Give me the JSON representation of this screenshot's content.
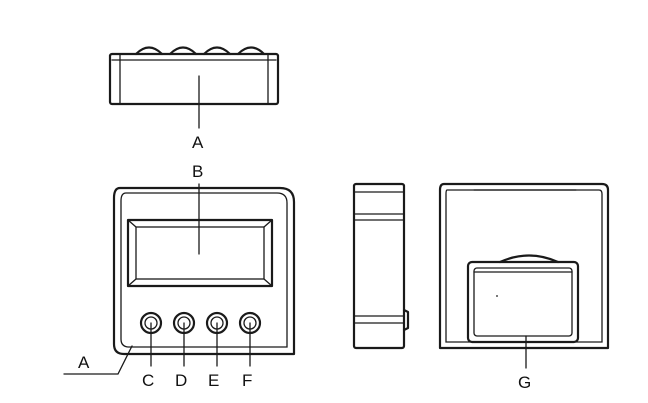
{
  "labels": {
    "a_top": "A",
    "b": "B",
    "c": "C",
    "d": "D",
    "e": "E",
    "f": "F",
    "g": "G",
    "a_side": "A"
  }
}
